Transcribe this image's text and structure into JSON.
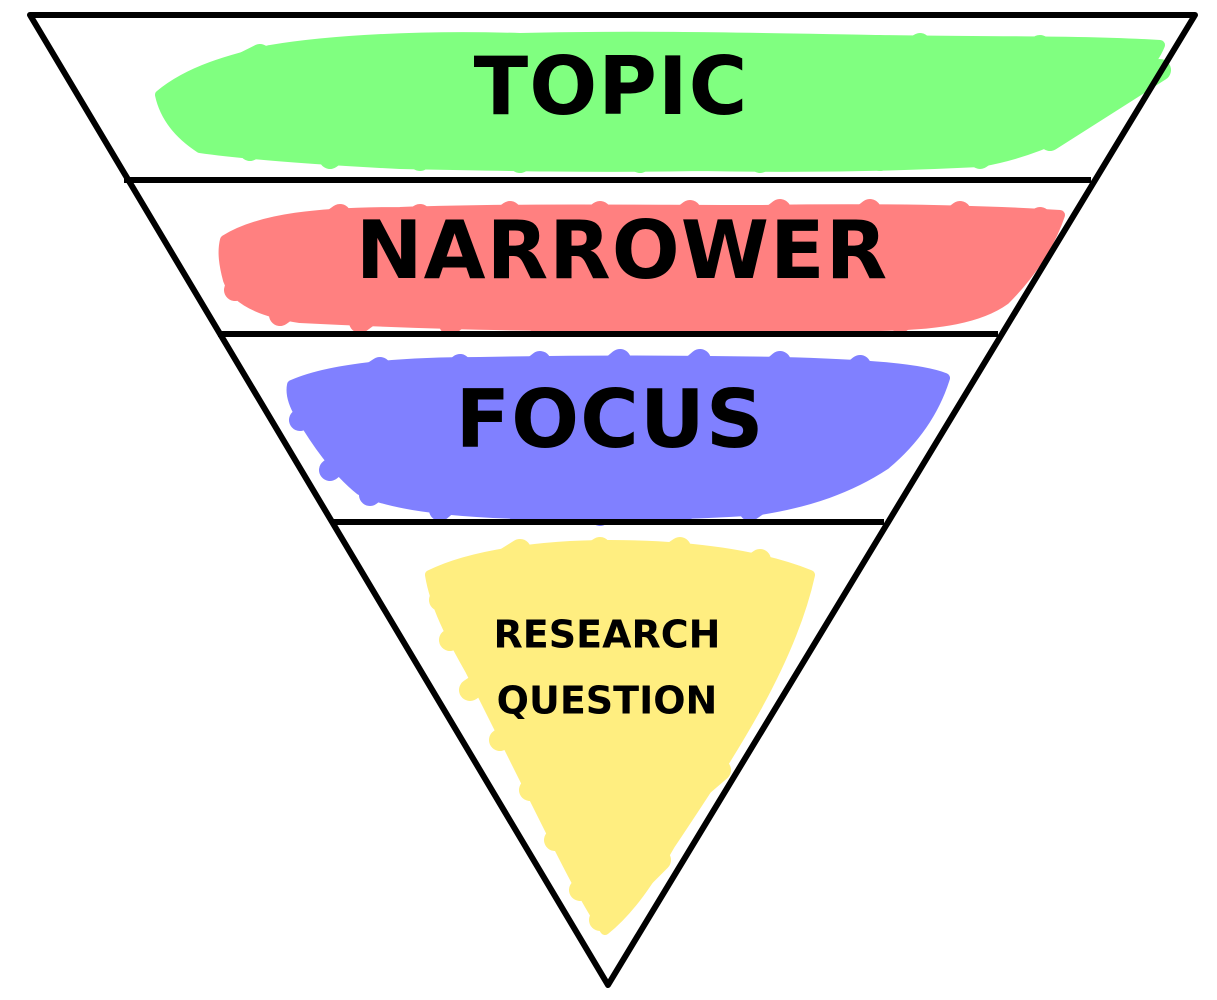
{
  "diagram": {
    "type": "inverted-funnel",
    "levels": [
      {
        "id": "topic",
        "lines": [
          "TOPIC"
        ],
        "color": "#80FF80"
      },
      {
        "id": "narrower",
        "lines": [
          "NARROWER"
        ],
        "color": "#FF8080"
      },
      {
        "id": "focus",
        "lines": [
          "FOCUS"
        ],
        "color": "#8080FF"
      },
      {
        "id": "research-question",
        "lines": [
          "RESEARCH",
          "QUESTION"
        ],
        "color": "#FFEE80"
      }
    ],
    "outline_color": "#000000"
  }
}
